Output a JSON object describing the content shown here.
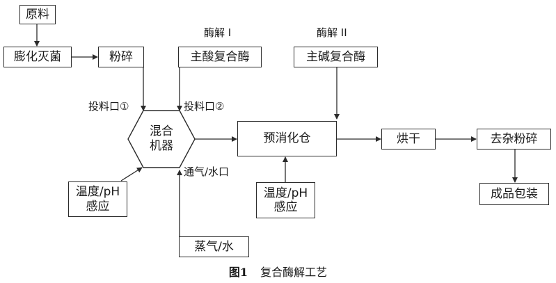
{
  "diagram": {
    "nodes": {
      "raw": "原料",
      "sterilize": "膨化灭菌",
      "crush": "粉碎",
      "acid_enzyme": "主酸复合酶",
      "mixer": "混合\n机器",
      "temp_ph_1": "温度/pH\n感应",
      "steam_water": "蒸气/水",
      "pre_digest": "预消化仓",
      "alkali_enzyme": "主碱复合酶",
      "temp_ph_2": "温度/pH\n感应",
      "dry": "烘干",
      "decontam_crush": "去杂粉碎",
      "package": "成品包装"
    },
    "labels": {
      "enzymolysis_1": "酶解 I",
      "enzymolysis_2": "酶解 II",
      "port_1": "投料口①",
      "port_2": "投料口②",
      "vent_water_port": "通气/水口"
    },
    "caption": {
      "figure_number": "图1",
      "title": "复合酶解工艺"
    }
  }
}
